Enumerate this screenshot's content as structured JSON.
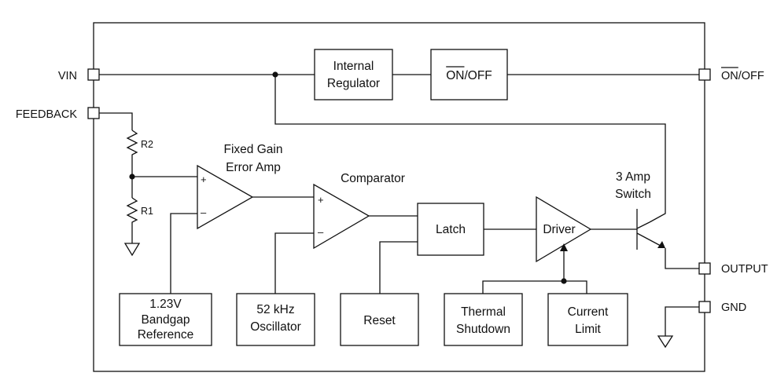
{
  "pins": {
    "vin": "VIN",
    "feedback": "FEEDBACK",
    "on_off": "ON/OFF",
    "output": "OUTPUT",
    "gnd": "GND"
  },
  "blocks": {
    "internal_regulator": [
      "Internal",
      "Regulator"
    ],
    "on_off": "ON/OFF",
    "latch": "Latch",
    "driver": "Driver",
    "bandgap_reference": [
      "1.23V",
      "Bandgap",
      "Reference"
    ],
    "oscillator": [
      "52 kHz",
      "Oscillator"
    ],
    "reset": "Reset",
    "thermal_shutdown": [
      "Thermal",
      "Shutdown"
    ],
    "current_limit": [
      "Current",
      "Limit"
    ]
  },
  "labels": {
    "error_amp": [
      "Fixed Gain",
      "Error Amp"
    ],
    "comparator": "Comparator",
    "switch": [
      "3 Amp",
      "Switch"
    ],
    "r2": "R2",
    "r1": "R1",
    "plus": "+",
    "minus": "–"
  }
}
